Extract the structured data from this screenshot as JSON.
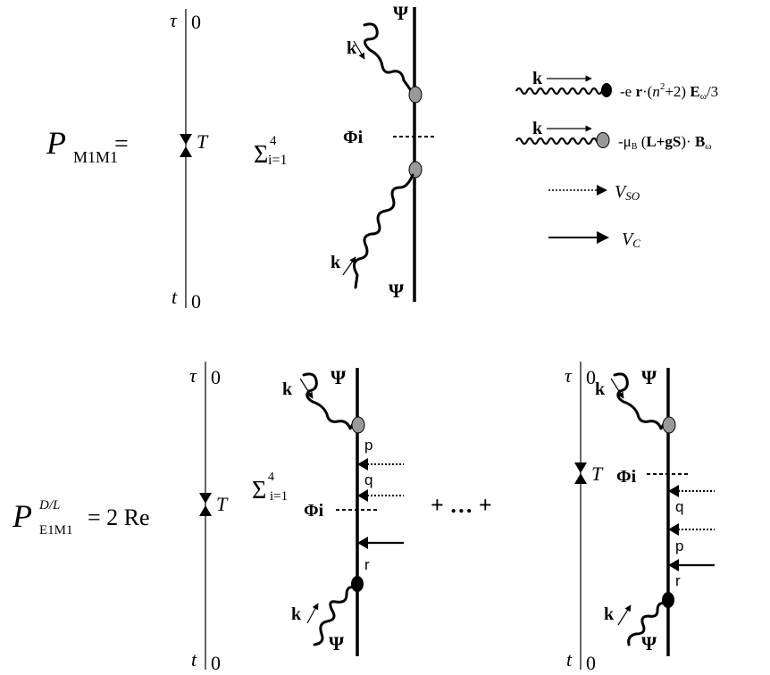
{
  "eq1": {
    "lhs_symbol": "P",
    "lhs_subscript": "M1M1",
    "equals": "=",
    "sum_symbol": "Σ",
    "sum_upper": "4",
    "sum_lower": "i=1",
    "axis": {
      "tau": "τ",
      "zero_top": "0",
      "T": "T",
      "t": "t",
      "zero_bottom": "0"
    },
    "diagram": {
      "psi_top": "Ψ",
      "psi_bottom": "Ψ",
      "k_top": "k",
      "k_bottom": "k",
      "phi": "Φi"
    }
  },
  "legend": {
    "e1_k": "k",
    "e1_text_a": "-e ",
    "e1_r": "r",
    "e1_text_b": "·(",
    "e1_n": "n",
    "e1_sup": "2",
    "e1_text_c": "+2) ",
    "e1_E": "E",
    "e1_sub": "ω",
    "e1_text_d": "/3",
    "m1_k": "k",
    "m1_mu": "-μ",
    "m1_mu_sub": "B",
    "m1_text_a": " (",
    "m1_L": "L",
    "m1_text_b": "+g",
    "m1_S": "S",
    "m1_text_c": ")· ",
    "m1_B": "B",
    "m1_sub": "ω",
    "vso_V": "V",
    "vso_sub": "SO",
    "vc_V": "V",
    "vc_sub": "C"
  },
  "eq2": {
    "lhs_symbol": "P",
    "lhs_superscript": "D/L",
    "lhs_subscript": "E1M1",
    "rhs": "= 2 Re",
    "sum_symbol": "Σ",
    "sum_upper": "4",
    "sum_lower": "i=1",
    "ellipsis": "+ … +",
    "axis": {
      "tau": "τ",
      "zero_top": "0",
      "T": "T",
      "t": "t",
      "zero_bottom": "0"
    },
    "diagram_a": {
      "psi_top": "Ψ",
      "psi_bottom": "Ψ",
      "k_top": "k",
      "k_bottom": "k",
      "p": "p",
      "q": "q",
      "phi": "Φi",
      "r": "r"
    },
    "diagram_b": {
      "tau": "τ",
      "zero_top": "0",
      "T": "T",
      "t": "t",
      "zero_bottom": "0",
      "psi_top": "Ψ",
      "psi_bottom": "Ψ",
      "k_top": "k",
      "k_bottom": "k",
      "phi": "Φi",
      "q": "q",
      "p": "p",
      "r": "r"
    }
  }
}
